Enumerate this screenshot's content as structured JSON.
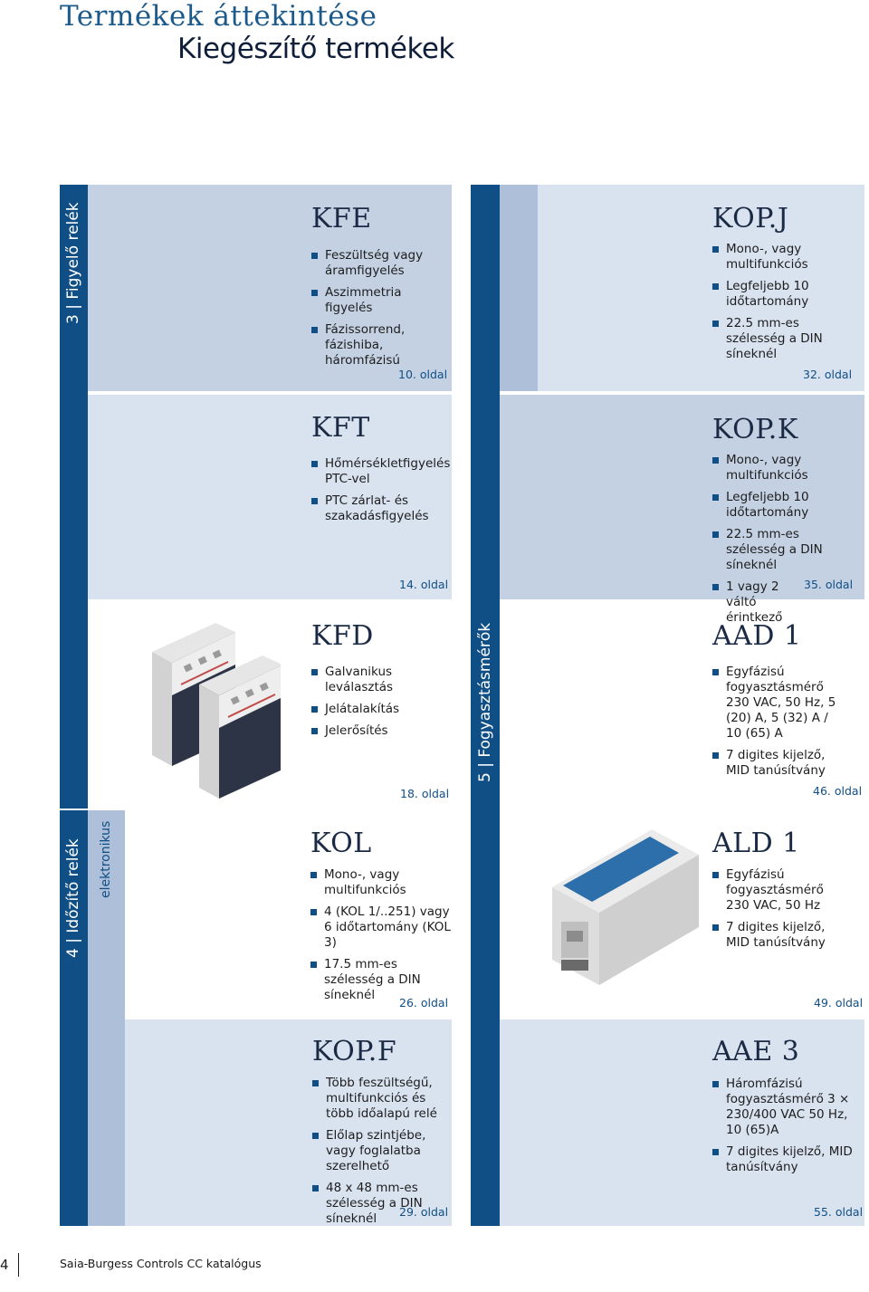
{
  "header": {
    "title": "Termékek áttekintése",
    "subtitle": "Kiegészítő termékek"
  },
  "sections": {
    "s3": "3 | Figyelő relék",
    "s4": "4 | Időzítő relék",
    "s4_sub": "elektronikus",
    "s5": "5 | Fogyasztásmérők"
  },
  "products": {
    "kfe": {
      "name": "KFE",
      "bullets": [
        "Feszültség vagy áramfigyelés",
        "Aszimmetria figyelés",
        "Fázissorrend, fázishiba, háromfázisú"
      ],
      "page": "10. oldal"
    },
    "kft": {
      "name": "KFT",
      "bullets": [
        "Hőmérsékletfigyelés PTC-vel",
        "PTC zárlat- és szakadásfigyelés"
      ],
      "page": "14. oldal"
    },
    "kfd": {
      "name": "KFD",
      "bullets": [
        "Galvanikus leválasztás",
        "Jelátalakítás",
        "Jelerősítés"
      ],
      "page": "18. oldal"
    },
    "kol": {
      "name": "KOL",
      "bullets": [
        "Mono-, vagy multifunkciós",
        "4 (KOL 1/..251) vagy 6 időtartomány (KOL 3)",
        "17.5 mm-es szélesség a DIN síneknél"
      ],
      "page": "26. oldal"
    },
    "kopf": {
      "name": "KOP.F",
      "bullets": [
        "Több feszültségű, multifunkciós és több időalapú relé",
        "Előlap szintjébe, vagy foglalatba szerelhető",
        "48 x 48 mm-es szélesség a DIN síneknél"
      ],
      "page": "29. oldal"
    },
    "kopj": {
      "name": "KOP.J",
      "bullets": [
        "Mono-, vagy multifunkciós",
        "Legfeljebb 10 időtartomány",
        "22.5 mm-es szélesség a DIN síneknél"
      ],
      "page": "32. oldal"
    },
    "kopk": {
      "name": "KOP.K",
      "bullets": [
        "Mono-, vagy multifunkciós",
        "Legfeljebb 10 időtartomány",
        "22.5 mm-es szélesség a DIN síneknél",
        "1 vagy 2 váltó érintkező"
      ],
      "page": "35. oldal"
    },
    "aad1": {
      "name": "AAD 1",
      "bullets": [
        "Egyfázisú fogyasztásmérő 230 VAC, 50 Hz, 5 (20) A, 5 (32) A / 10 (65) A",
        "7 digites kijelző, MID tanúsítvány"
      ],
      "page": "46. oldal"
    },
    "ald1": {
      "name": "ALD 1",
      "bullets": [
        "Egyfázisú fogyasztásmérő 230 VAC, 50 Hz",
        "7 digites kijelző, MID tanúsítvány"
      ],
      "page": "49. oldal"
    },
    "aae3": {
      "name": "AAE 3",
      "bullets": [
        "Háromfázisú fogyasztásmérő 3 × 230/400 VAC 50 Hz, 10 (65)A",
        "7 digites kijelző, MID tanúsítvány"
      ],
      "page": "55. oldal"
    }
  },
  "footer": {
    "page_number": "4",
    "catalog": "Saia-Burgess Controls CC katalógus"
  },
  "colors": {
    "dark_blue": "#104f86",
    "light_blue_1": "#d9e2ef",
    "light_blue_2": "#c4d1e3",
    "mid_blue": "#aebfd9"
  }
}
